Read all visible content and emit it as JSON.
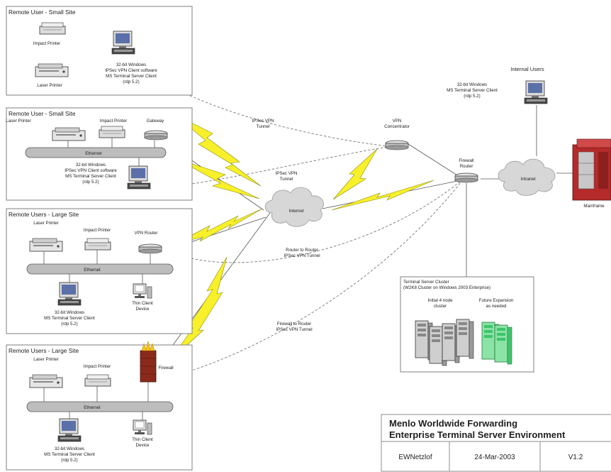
{
  "sites": [
    {
      "title": "Remote User - Small Site",
      "devices": [
        "Impact Printer",
        "Laser Printer"
      ],
      "pc_lines": [
        "32-bit Windows",
        "IPSec VPN Client software",
        "MS Terminal Server Client",
        "(rdp 5.2)"
      ]
    },
    {
      "title": "Remote User - Small Site",
      "laser": "Laser Printer",
      "impact": "Impact Printer",
      "gateway": "Gateway",
      "bus": "Ethernet",
      "pc_lines": [
        "32-bit Windows",
        "IPSec VPN Client software",
        "MS Terminal Server Client",
        "(rdp 5.2)"
      ]
    },
    {
      "title": "Remote Users - Large Site",
      "laser": "Laser Printer",
      "impact": "Impact Printer",
      "router": "VPN Router",
      "bus": "Ethernet",
      "pc_lines": [
        "32-bit Windows",
        "MS Terminal Server Client",
        "(rdp 5.2)"
      ],
      "thin": [
        "Thin Client",
        "Device"
      ]
    },
    {
      "title": "Remote Users - Large Site",
      "laser": "Laser Printer",
      "impact": "Impact Printer",
      "firewall": "Firewall",
      "bus": "Ethernet",
      "pc_lines": [
        "32-bit Windows",
        "MS Terminal Server Client",
        "(rdp 5.2)"
      ],
      "thin": [
        "Thin Client",
        "Device"
      ]
    }
  ],
  "tunnels": {
    "t1": [
      "IPSec VPN",
      "Tunnel"
    ],
    "t2": [
      "IPSec VPN",
      "Tunnel"
    ],
    "t3": [
      "Router to Router",
      "IPSec VPN Tunnel"
    ],
    "t4": [
      "Firewall to Router",
      "IPSec VPN Tunnel"
    ]
  },
  "internet_label": "Internet",
  "vpn_concentrator": [
    "VPN",
    "Concentrator"
  ],
  "firewall_router": [
    "Firewall",
    "Router"
  ],
  "intranet_label": "Intranet",
  "mainframe_label": "Mainframe",
  "internal_users": {
    "title": "Internal Users",
    "lines": [
      "32-bit Windows",
      "MS Terminal Server Client",
      "(rdp 5.2)"
    ]
  },
  "cluster": {
    "title_lines": [
      "Terminal Server Cluster",
      "(W2K8 Cluster on Windows 2003 Enterprise)"
    ],
    "initial": [
      "Initial 4 node",
      "cluster"
    ],
    "future": [
      "Future Expansion",
      "as needed"
    ]
  },
  "title_block": {
    "line1": "Menlo Worldwide Forwarding",
    "line2": "Enterprise Terminal Server Environment",
    "author": "EWNetzlof",
    "date": "24-Mar-2003",
    "version": "V1.2"
  },
  "colors": {
    "bolt": "#f7f02a",
    "mainframe": "#b52a2a",
    "future_server": "#3fc46c",
    "firewall": "#8b2a1c"
  }
}
